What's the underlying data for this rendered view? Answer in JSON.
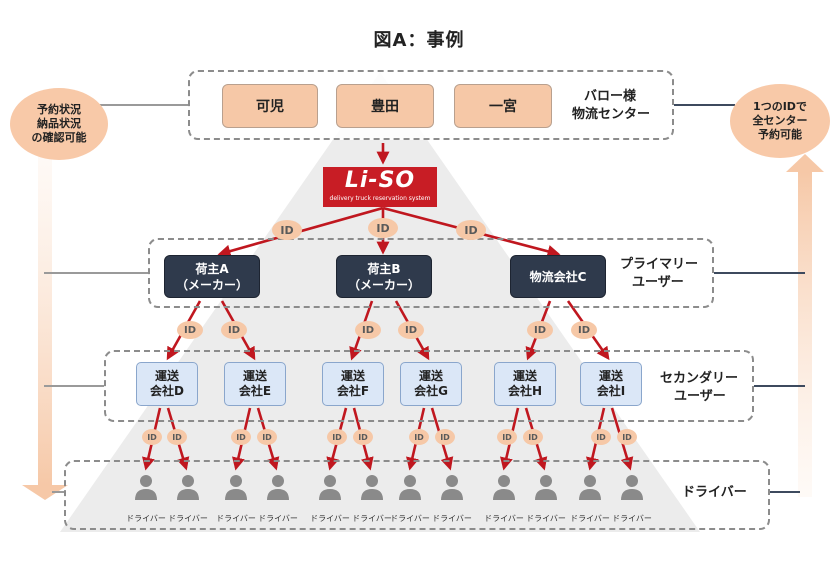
{
  "title": "図A：事例",
  "centers": [
    "可児",
    "豊田",
    "一宮"
  ],
  "baro_label_l1": "バロー様",
  "baro_label_l2": "物流センター",
  "left_bubble": [
    "予約状況",
    "納品状況",
    "の確認可能"
  ],
  "right_bubble": [
    "1つのIDで",
    "全センター",
    "予約可能"
  ],
  "logo": {
    "text": "Li-SO",
    "sub": "delivery truck reservation system"
  },
  "id_text": "ID",
  "primary": [
    {
      "l1": "荷主A",
      "l2": "（メーカー）"
    },
    {
      "l1": "荷主B",
      "l2": "（メーカー）"
    },
    {
      "l1": "物流会社C",
      "l2": ""
    }
  ],
  "primary_label_l1": "プライマリー",
  "primary_label_l2": "ユーザー",
  "secondary": [
    {
      "l1": "運送",
      "l2": "会社D"
    },
    {
      "l1": "運送",
      "l2": "会社E"
    },
    {
      "l1": "運送",
      "l2": "会社F"
    },
    {
      "l1": "運送",
      "l2": "会社G"
    },
    {
      "l1": "運送",
      "l2": "会社H"
    },
    {
      "l1": "運送",
      "l2": "会社I"
    }
  ],
  "secondary_label_l1": "セカンダリー",
  "secondary_label_l2": "ユーザー",
  "driver_text": "ドライバー",
  "driver_group_label": "ドライバー",
  "colors": {
    "arrow": "#c0171f",
    "navy": "#2f3a4c",
    "peach": "#f6c8a7",
    "blue": "#dbe7f7"
  }
}
